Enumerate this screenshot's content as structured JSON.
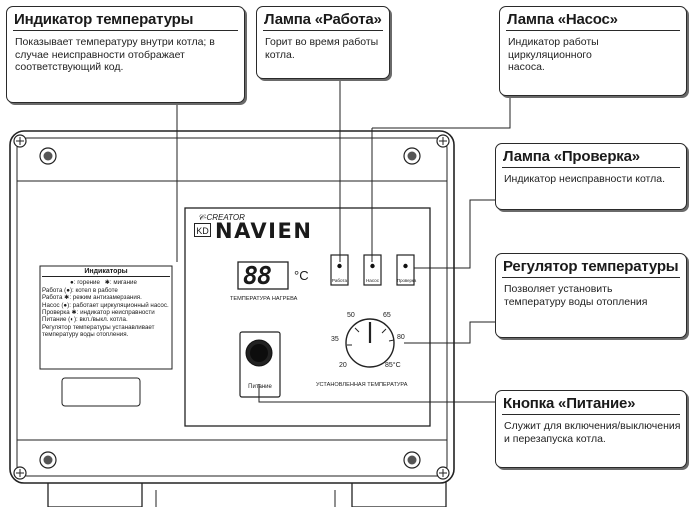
{
  "callouts": {
    "temperature_indicator": {
      "title": "Индикатор температуры",
      "desc": "Показывает температуру внутри котла; в случае неисправности отображает соответствующий код."
    },
    "work_lamp": {
      "title": "Лампа «Работа»",
      "desc": "Горит во время работы котла."
    },
    "pump_lamp": {
      "title": "Лампа «Насос»",
      "desc": "Индикатор работы циркуляционного насоса."
    },
    "check_lamp": {
      "title": "Лампа «Проверка»",
      "desc": "Индикатор неисправности котла."
    },
    "temperature_regulator": {
      "title": "Регулятор температуры",
      "desc": "Позволяет установить температуру воды отопления"
    },
    "power_button": {
      "title": "Кнопка «Питание»",
      "desc": "Служит для включения/выключения и перезапуска котла."
    }
  },
  "panel": {
    "brand_tagline": "𝒞-CREATOR",
    "brand_kd": "KD",
    "brand_name": "NAVIEN",
    "display_digits": "88",
    "display_unit": "°C",
    "display_caption": "ТЕМПЕРАТУРА НАГРЕВА",
    "lamps": [
      "Работа",
      "Насос",
      "Проверка"
    ],
    "power_label": "Питание",
    "dial_ticks": [
      "20",
      "35",
      "50",
      "65",
      "80",
      "85°C"
    ],
    "dial_caption": "УСТАНОВЛЕННАЯ ТЕМПЕРАТУРА"
  },
  "legend": {
    "title": "Индикаторы",
    "symbols_line_on": ": горение",
    "symbols_line_blink": ": мигание",
    "rows": [
      {
        "name": "Работа",
        "text": "): котел в работе"
      },
      {
        "name": "Работа",
        "text": ": режим антизамерзания."
      },
      {
        "name": "Насос",
        "text": "): работает циркуляционный насос."
      },
      {
        "name": "Проверка",
        "text": ": индикатор неисправности"
      },
      {
        "name": "Питание",
        "text": "): вкл./выкл. котла."
      }
    ],
    "note": "Регулятор температуры устанавливает температуру воды отопления."
  }
}
